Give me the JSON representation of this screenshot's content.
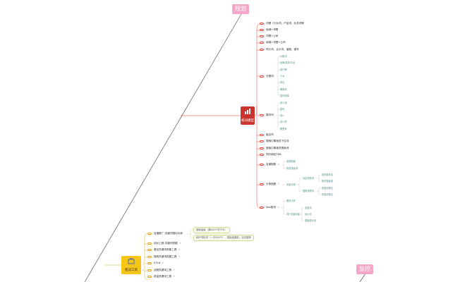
{
  "colors": {
    "pink_label": "#f4a6c8",
    "red_hub": "#c9352e",
    "yellow_hub": "#f5c518",
    "red_marker": "#e24b3c",
    "yellow_marker": "#e7a417",
    "leaf_text": "#4f8c88"
  },
  "top_label": "规划",
  "right_label": "监控",
  "hub_red": {
    "icon": "bar-chart-icon",
    "label": "拓词模型"
  },
  "hub_yellow": {
    "icon": "toolbox-icon",
    "label": "拓词工具",
    "arrow": "⇗"
  },
  "red_nodes": [
    {
      "label": "词根（行业词、产品词、业务词等"
    },
    {
      "label": "地域+词根"
    },
    {
      "label": "词根+公司"
    },
    {
      "label": "地域+词根+公司"
    },
    {
      "label": "同义词、近义词、谐音、错写"
    },
    {
      "label": "长尾词"
    },
    {
      "label": "疑问词"
    },
    {
      "label": "组合词"
    },
    {
      "label": "搜索引擎相关下拉词"
    },
    {
      "label": "搜索引擎相关搜索词"
    },
    {
      "label": "同行网站TDK"
    },
    {
      "label": "百度指数",
      "arrow": "⇗"
    },
    {
      "label": "头条指数",
      "arrow": "⇗"
    },
    {
      "label": "Seo拓词",
      "arrow": "⇗"
    }
  ],
  "longtail_leaves": [
    "价格词",
    "品牌/机构/平台",
    "排行榜",
    "十大",
    "排名",
    "哪家好",
    "如何选择"
  ],
  "question_leaves": [
    "多少钱",
    "如何",
    "怎么",
    "怎么样",
    "哪里有"
  ],
  "baidu_leaves": [
    "需求图谱",
    "相关搜索词"
  ],
  "toutiao": {
    "label": "关键分析",
    "children": [
      {
        "label": "内容关联词",
        "children": [
          "相关度排名",
          "相关搜索量"
        ]
      },
      {
        "label": "搜索关联词",
        "children": [
          "热搜词排名",
          "热搜词排名"
        ]
      }
    ]
  },
  "seo": {
    "top": "爆关分析",
    "mid": "同行关键词库",
    "children": [
      "关键词",
      "出价词",
      "搜索量计划"
    ]
  },
  "tool_nodes": [
    {
      "label": "百度推广-关键词规划大师",
      "arrow": ""
    },
    {
      "label": "站长工具-关键词挖掘",
      "arrow": "⇗"
    },
    {
      "label": "爱站关键词采集工具",
      "arrow": "⇗"
    },
    {
      "label": "搜狗关键词拓展工具",
      "arrow": "⇗"
    },
    {
      "label": "5118",
      "arrow": "⇗"
    },
    {
      "label": "战舰关键词工具",
      "arrow": "⇗"
    },
    {
      "label": "批量关键词工具",
      "arrow": "⇗"
    }
  ],
  "tool_notes": [
    "搜索量级（周600个终于可）",
    "种子词拓词（一次500个），搜索结果前，业务推荐"
  ]
}
